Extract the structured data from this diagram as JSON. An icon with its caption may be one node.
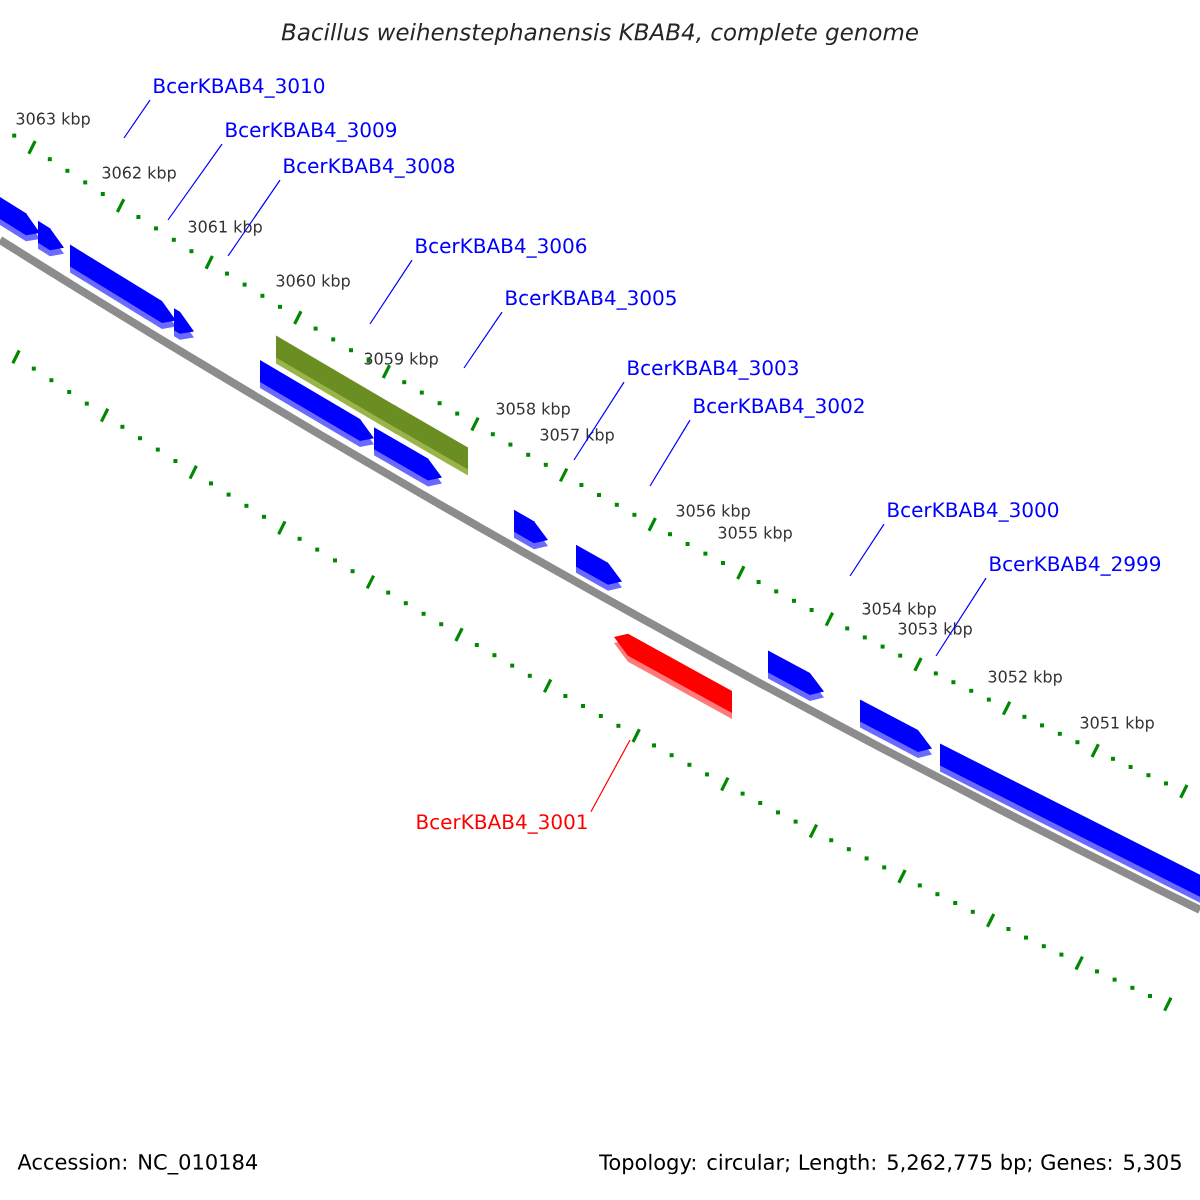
{
  "diagram": {
    "title": "Bacillus weihenstephanensis KBAB4, complete genome",
    "nodes": [
      {
        "text": [
          "BcerKBAB4_3010"
        ]
      },
      {
        "text": [
          "BcerKBAB4_3009"
        ]
      },
      {
        "text": [
          "BcerKBAB4_3008"
        ]
      },
      {
        "text": [
          "BcerKBAB4_3006"
        ]
      },
      {
        "text": [
          "BcerKBAB4_3005"
        ]
      },
      {
        "text": [
          "BcerKBAB4_3003"
        ]
      },
      {
        "text": [
          "BcerKBAB4_3002"
        ]
      },
      {
        "text": [
          "BcerKBAB4_3000"
        ]
      },
      {
        "text": [
          "BcerKBAB4_2999"
        ]
      },
      {
        "text": [
          "BcerKBAB4_3001"
        ]
      }
    ],
    "edges": [
      {
        "from": 0,
        "to": null,
        "arrow": "none"
      },
      {
        "from": 1,
        "to": null,
        "arrow": "none"
      },
      {
        "from": 2,
        "to": null,
        "arrow": "none"
      },
      {
        "from": 3,
        "to": null,
        "arrow": "none"
      },
      {
        "from": 4,
        "to": null,
        "arrow": "none"
      },
      {
        "from": 5,
        "to": null,
        "arrow": "none"
      },
      {
        "from": 6,
        "to": null,
        "arrow": "none"
      },
      {
        "from": 7,
        "to": null,
        "arrow": "none"
      },
      {
        "from": 8,
        "to": null,
        "arrow": "none"
      },
      {
        "from": 9,
        "to": null,
        "arrow": "none",
        "color": "#ff0000"
      }
    ],
    "labels": [
      "3063 kbp",
      "3062 kbp",
      "3061 kbp",
      "3060 kbp",
      "3059 kbp",
      "3058 kbp",
      "3057 kbp",
      "3056 kbp",
      "3055 kbp",
      "3054 kbp",
      "3053 kbp",
      "3052 kbp",
      "3051 kbp",
      "Accession: NC_010184",
      "Topology: circular; Length: 5,262,775 bp; Genes: 5,305"
    ]
  }
}
